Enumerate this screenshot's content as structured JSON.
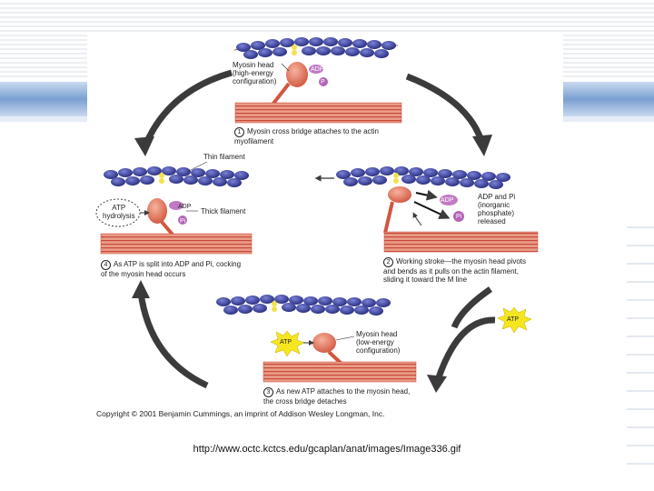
{
  "colors": {
    "actin": "#3a3f9e",
    "actin_dark": "#1e2270",
    "myosin_head": "#e8806a",
    "thick_filament": "#d84b3c",
    "phosphate": "#b565b8",
    "adp": "#b565b8",
    "atp_burst": "#f5e620",
    "arrow": "#3b3b3b"
  },
  "icons": {
    "cycle_arrow": "curved-arrow-icon",
    "atp_burst": "starburst-icon"
  },
  "diagram": {
    "step1": {
      "head_label": "Myosin head\n(high-energy\nconfiguration)",
      "adp": "ADP",
      "p": "P",
      "number": "1",
      "caption": "Myosin cross bridge attaches to the actin\nmyofilament"
    },
    "step2": {
      "adp": "ADP",
      "p": "Pi",
      "release_label": "ADP and Pi\n(inorganic\nphosphate)\nreleased",
      "number": "2",
      "caption": "Working stroke—the myosin head pivots\nand bends as it pulls on the actin filament,\nsliding it toward the M line"
    },
    "step3": {
      "atp": "ATP",
      "head_label": "Myosin head\n(low-energy\nconfiguration)",
      "number": "3",
      "caption": "As new ATP attaches to the myosin head,\nthe cross bridge detaches"
    },
    "step4": {
      "hydrolysis": "ATP\nhydrolysis",
      "adp": "ADP",
      "p": "Pi",
      "thin_filament": "Thin filament",
      "thick_filament": "Thick filament",
      "number": "4",
      "caption": "As ATP is split into ADP and Pi, cocking\nof the myosin head occurs"
    },
    "atp_input": "ATP",
    "copyright": "Copyright © 2001 Benjamin Cummings, an imprint of Addison Wesley Longman, Inc."
  },
  "source_url": "http://www.octc.kctcs.edu/gcaplan/anat/images/Image336.gif"
}
